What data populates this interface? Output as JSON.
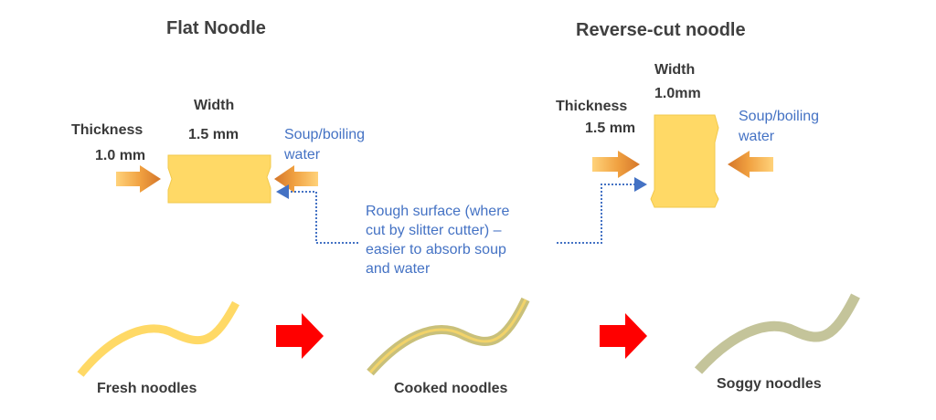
{
  "left_panel": {
    "title": "Flat Noodle",
    "width_label": "Width",
    "width_value": "1.5 mm",
    "thickness_label": "Thickness",
    "thickness_value": "1.0 mm",
    "soup_label_1": "Soup/boiling",
    "soup_label_2": "water"
  },
  "right_panel": {
    "title": "Reverse-cut noodle",
    "width_label": "Width",
    "width_value": "1.0mm",
    "thickness_label": "Thickness",
    "thickness_value": "1.5 mm",
    "soup_label_1": "Soup/boiling",
    "soup_label_2": "water"
  },
  "callout": {
    "lines": [
      "Rough surface (where",
      "cut by slitter cutter) –",
      "easier to absorb soup",
      "and water"
    ]
  },
  "stages": [
    "Fresh noodles",
    "Cooked noodles",
    "Soggy noodles"
  ],
  "colors": {
    "noodle_fresh": "#ffd966",
    "noodle_cooked_edge": "#c9c07a",
    "noodle_soggy": "#c4c49a",
    "arrow_red": "#ff0000",
    "arrow_orange": "#e8892a",
    "annotation_blue": "#4472c4"
  }
}
